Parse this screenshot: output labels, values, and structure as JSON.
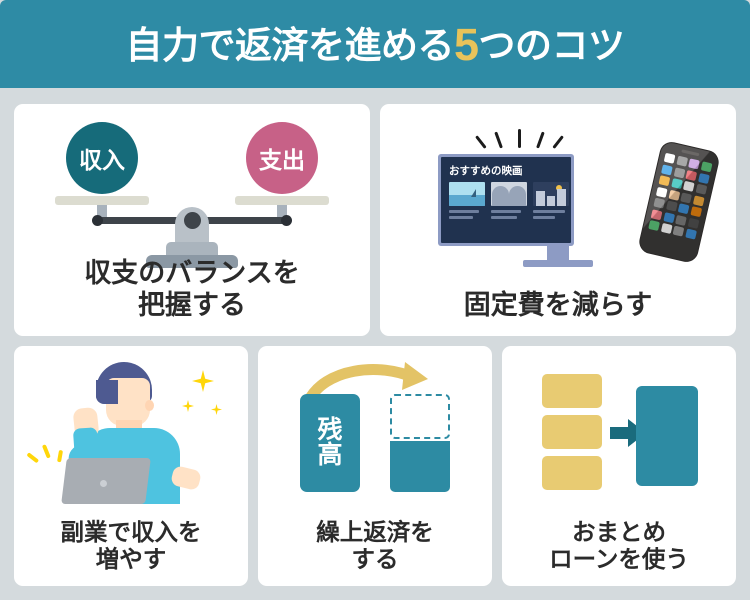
{
  "header": {
    "title_prefix": "自力で返済を進める",
    "title_number": "5",
    "title_suffix": "つのコツ",
    "bg_color": "#2e8ba5",
    "number_color": "#e8c35a",
    "text_color": "#ffffff"
  },
  "page": {
    "background_color": "#d4dadd",
    "card_background": "#ffffff",
    "caption_color": "#2b2b2b"
  },
  "cards": [
    {
      "id": "balance-scale",
      "caption": "収支のバランスを\n把握する",
      "artwork": "balance-scale",
      "labels": {
        "income": "収入",
        "expense": "支出"
      },
      "colors": {
        "income_circle": "#166b7a",
        "expense_circle": "#c76187",
        "pan": "#dcdcd0",
        "beam": "#3e444a",
        "stand": "#b9c1c8",
        "base": "#8b98a4"
      }
    },
    {
      "id": "fixed-costs",
      "caption": "固定費を減らす",
      "artwork": "monitor-and-smartphone",
      "screen_title": "おすすめの映画",
      "colors": {
        "monitor_frame": "#8d9bc4",
        "screen": "#20324f",
        "phone_body": "#3c3a39",
        "rays": "#1c1c1c"
      },
      "thumbnails": [
        "ocean-shark",
        "two-faces",
        "city-night"
      ],
      "app_colors": [
        "#ffffff",
        "#9b9b9b",
        "#c9a3e0",
        "#5cc47a",
        "#4aa8e8",
        "#8f8f8f",
        "#ef6e74",
        "#3d8fd6",
        "#efb03d",
        "#3fc4bd",
        "#ffffff",
        "#6e6e6e",
        "#ffffff",
        "#f2c79a",
        "#6b6b6b",
        "#efa83d",
        "#808080",
        "#5e5e5e",
        "#3d8fd6",
        "#e8820f",
        "#ef7d85",
        "#3d8fd6",
        "#7d7d7d",
        "#4f4f4f",
        "#5cc47a",
        "#ffffff",
        "#9b9b9b",
        "#3d8fd6"
      ]
    },
    {
      "id": "side-income",
      "caption": "副業で収入を\n増やす",
      "artwork": "person-with-laptop",
      "colors": {
        "hair": "#4e5a91",
        "skin": "#ffe2c6",
        "shirt": "#4ec3e0",
        "laptop": "#a8adb3",
        "sparkle": "#ffd60a"
      }
    },
    {
      "id": "early-repayment",
      "caption": "繰上返済を\nする",
      "artwork": "balance-bars-with-arrow",
      "bar_label": "残\n高",
      "colors": {
        "bar": "#2d8ba3",
        "arrow": "#e3c366",
        "dashed_border": "#2d8ba3"
      }
    },
    {
      "id": "consolidation-loan",
      "caption": "おまとめ\nローンを使う",
      "artwork": "three-boxes-into-one",
      "box_count": 3,
      "colors": {
        "small_boxes": "#e8cb72",
        "arrow": "#1a6b7d",
        "big_box": "#2d8ba3"
      }
    }
  ]
}
